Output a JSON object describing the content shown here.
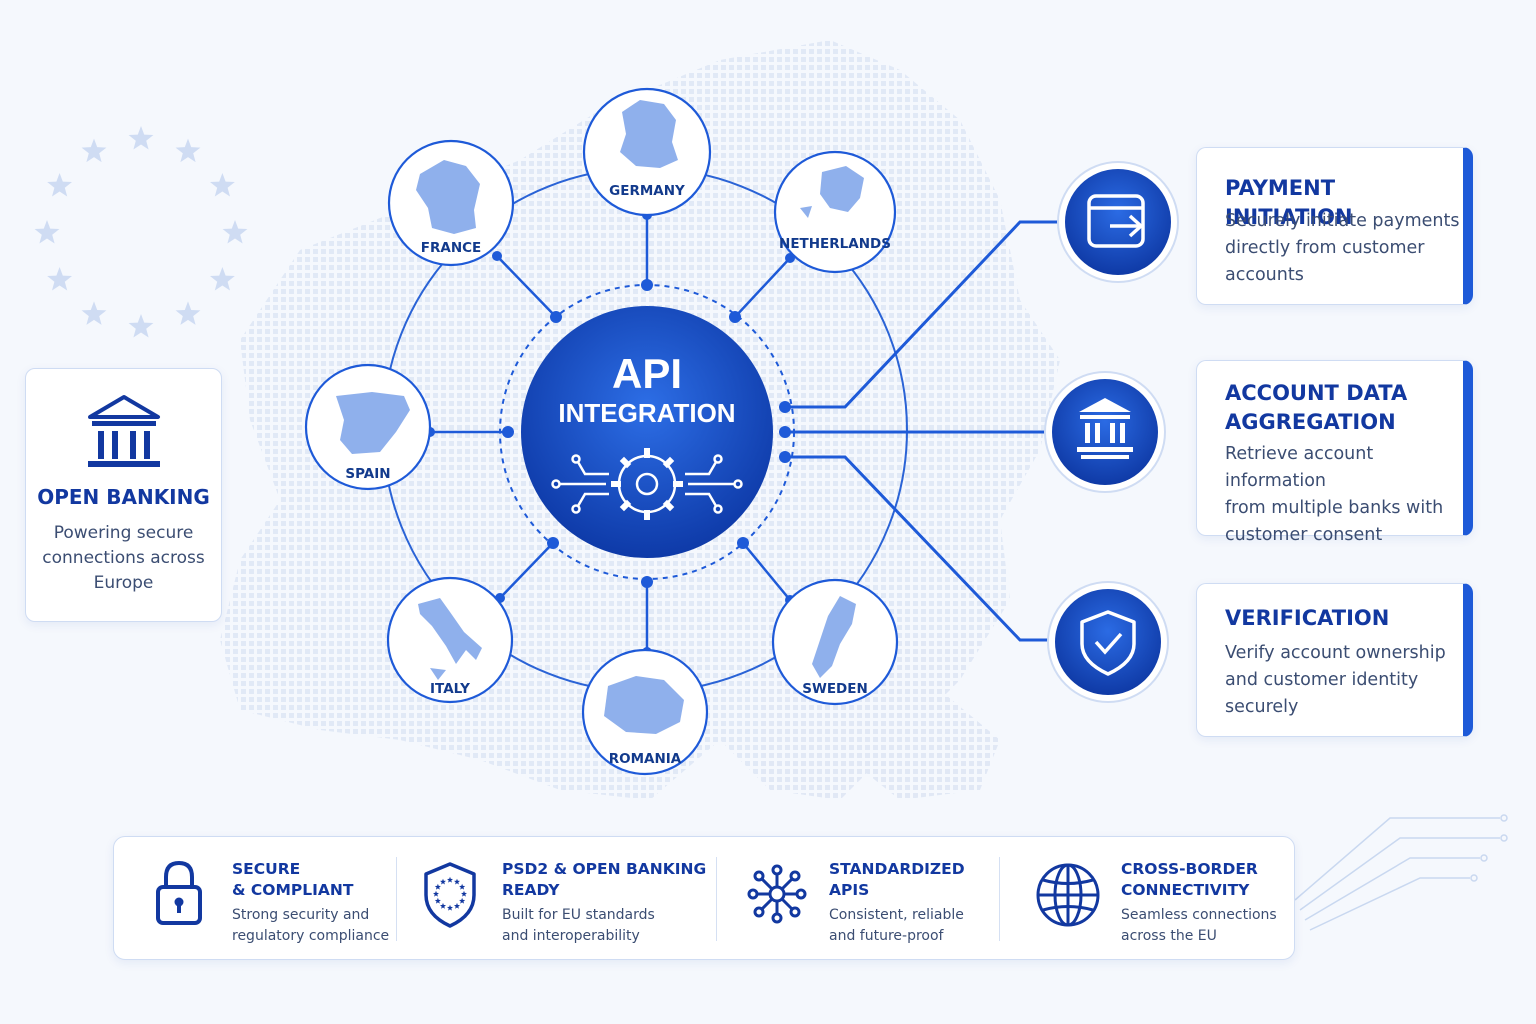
{
  "open_banking": {
    "title": "OPEN BANKING",
    "description_lines": [
      "Powering secure",
      "connections across",
      "Europe"
    ]
  },
  "hub": {
    "title": "API",
    "subtitle": "INTEGRATION"
  },
  "countries": [
    {
      "label": "GERMANY",
      "icon": "germany-map-icon"
    },
    {
      "label": "NETHERLANDS",
      "icon": "netherlands-map-icon"
    },
    {
      "label": "SWEDEN",
      "icon": "sweden-map-icon"
    },
    {
      "label": "ROMANIA",
      "icon": "romania-map-icon"
    },
    {
      "label": "ITALY",
      "icon": "italy-map-icon"
    },
    {
      "label": "SPAIN",
      "icon": "spain-map-icon"
    },
    {
      "label": "FRANCE",
      "icon": "france-map-icon"
    }
  ],
  "services": [
    {
      "title_lines": [
        "PAYMENT INITIATION"
      ],
      "description_lines": [
        "Securely initiate payments",
        "directly from customer",
        "accounts"
      ],
      "icon": "payment-transfer-icon"
    },
    {
      "title_lines": [
        "ACCOUNT DATA",
        "AGGREGATION"
      ],
      "description_lines": [
        "Retrieve account information",
        "from multiple banks with",
        "customer consent"
      ],
      "icon": "bank-icon"
    },
    {
      "title_lines": [
        "VERIFICATION"
      ],
      "description_lines": [
        "Verify account ownership",
        "and customer identity",
        "securely"
      ],
      "icon": "shield-check-icon"
    }
  ],
  "features": [
    {
      "title_lines": [
        "SECURE",
        "& COMPLIANT"
      ],
      "description_lines": [
        "Strong security and",
        "regulatory compliance"
      ],
      "icon": "padlock-icon"
    },
    {
      "title_lines": [
        "PSD2 & OPEN BANKING",
        "READY"
      ],
      "description_lines": [
        "Built for EU standards",
        "and interoperability"
      ],
      "icon": "eu-shield-icon"
    },
    {
      "title_lines": [
        "STANDARDIZED",
        "APIS"
      ],
      "description_lines": [
        "Consistent, reliable",
        "and future-proof"
      ],
      "icon": "network-nodes-icon"
    },
    {
      "title_lines": [
        "CROSS-BORDER",
        "CONNECTIVITY"
      ],
      "description_lines": [
        "Seamless connections",
        "across the EU"
      ],
      "icon": "globe-icon"
    }
  ],
  "colors": {
    "primary": "#1e5ad8",
    "dark": "#1238a0",
    "light_fill": "#8fb0ec",
    "background": "#f5f8fd",
    "stars": "#cfdcf3"
  }
}
